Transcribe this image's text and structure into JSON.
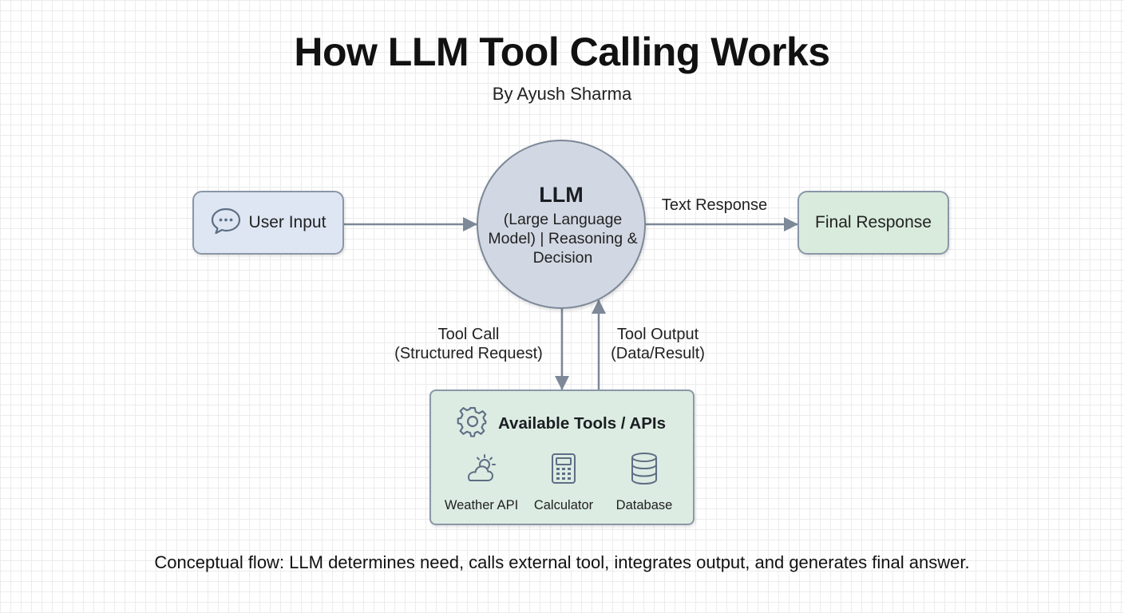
{
  "title": "How LLM Tool Calling Works",
  "subtitle": "By Ayush Sharma",
  "nodes": {
    "user_input": {
      "label": "User Input",
      "icon": "chat-bubble-icon",
      "fill": "#dde6f2"
    },
    "llm": {
      "title": "LLM",
      "description": "(Large Language Model) | Reasoning & Decision",
      "fill": "#d2d8e3"
    },
    "final_response": {
      "label": "Final Response",
      "fill": "#d8ebdc"
    },
    "tools": {
      "title": "Available Tools / APIs",
      "icon": "gear-icon",
      "fill": "#dcece2",
      "items": [
        {
          "label": "Weather API",
          "icon": "weather-icon"
        },
        {
          "label": "Calculator",
          "icon": "calculator-icon"
        },
        {
          "label": "Database",
          "icon": "database-icon"
        }
      ]
    }
  },
  "edges": {
    "text_response": "Text Response",
    "tool_call": [
      "Tool Call",
      "(Structured Request)"
    ],
    "tool_output": [
      "Tool Output",
      "(Data/Result)"
    ]
  },
  "caption": "Conceptual flow: LLM determines need, calls external tool, integrates output, and generates final answer.",
  "colors": {
    "arrow": "#7d8898",
    "border": "#8a97a7"
  }
}
